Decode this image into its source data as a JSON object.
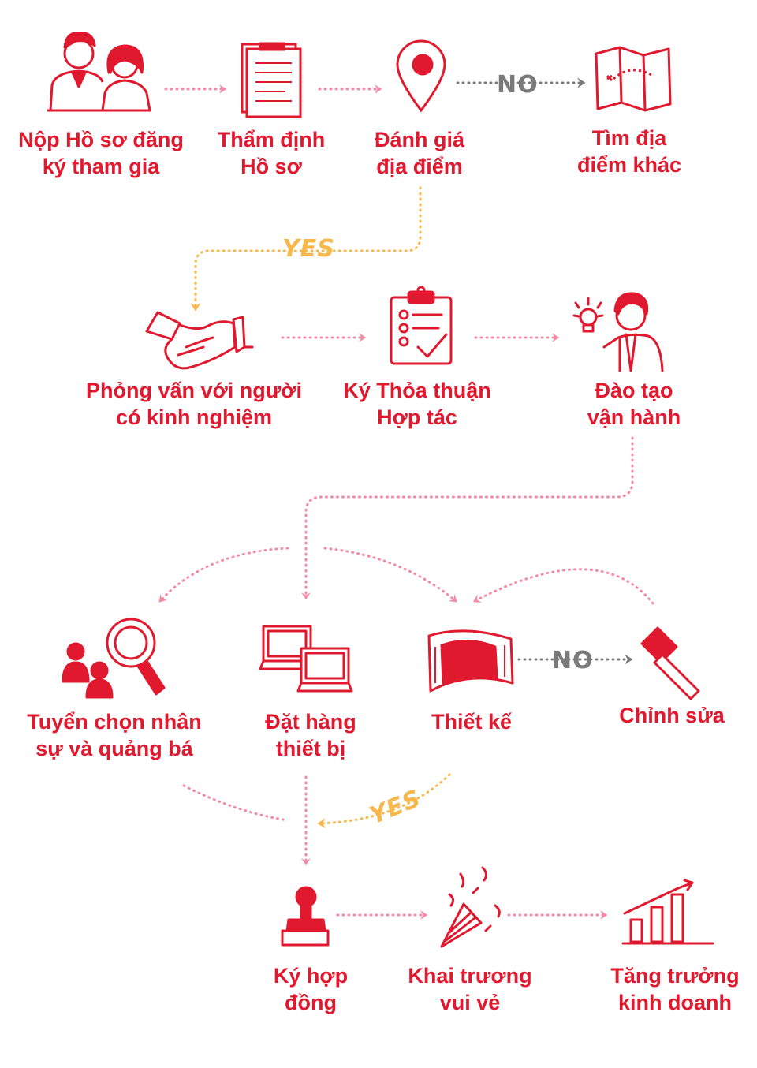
{
  "colors": {
    "accent": "#e0192f",
    "connector": "#f48aa6",
    "no_branch": "#7a7a7a",
    "yes_branch": "#f6b84c"
  },
  "steps": [
    {
      "id": "register",
      "icon": "couple-icon",
      "lines": [
        "Nộp Hồ sơ đăng",
        "ký tham gia"
      ]
    },
    {
      "id": "appraise",
      "icon": "document-icon",
      "lines": [
        "Thẩm định",
        "Hồ sơ"
      ]
    },
    {
      "id": "evaluate-location",
      "icon": "location-pin-icon",
      "lines": [
        "Đánh giá",
        "địa điểm"
      ]
    },
    {
      "id": "find-other-location",
      "icon": "map-icon",
      "lines": [
        "Tìm địa",
        "điểm khác"
      ]
    },
    {
      "id": "interview",
      "icon": "handshake-icon",
      "lines": [
        "Phỏng vấn với người",
        "có kinh nghiệm"
      ]
    },
    {
      "id": "sign-agreement",
      "icon": "clipboard-checklist-icon",
      "lines": [
        "Ký Thỏa thuận",
        "Hợp tác"
      ]
    },
    {
      "id": "training",
      "icon": "person-idea-icon",
      "lines": [
        "Đào tạo",
        "vận hành"
      ]
    },
    {
      "id": "recruit",
      "icon": "recruit-magnifier-icon",
      "lines": [
        "Tuyển chọn nhân",
        "sự và quảng bá"
      ]
    },
    {
      "id": "order-equipment",
      "icon": "computers-icon",
      "lines": [
        "Đặt hàng",
        "thiết bị"
      ]
    },
    {
      "id": "design",
      "icon": "blueprint-icon",
      "lines": [
        "Thiết kế"
      ]
    },
    {
      "id": "revise",
      "icon": "hammer-icon",
      "lines": [
        "Chỉnh sửa"
      ]
    },
    {
      "id": "sign-contract",
      "icon": "stamp-icon",
      "lines": [
        "Ký hợp",
        "đồng"
      ]
    },
    {
      "id": "opening",
      "icon": "party-popper-icon",
      "lines": [
        "Khai trương",
        "vui vẻ"
      ]
    },
    {
      "id": "growth",
      "icon": "growth-chart-icon",
      "lines": [
        "Tăng trưởng",
        "kinh doanh"
      ]
    }
  ],
  "decisions": {
    "no_label": "NO",
    "yes_label": "YES"
  }
}
